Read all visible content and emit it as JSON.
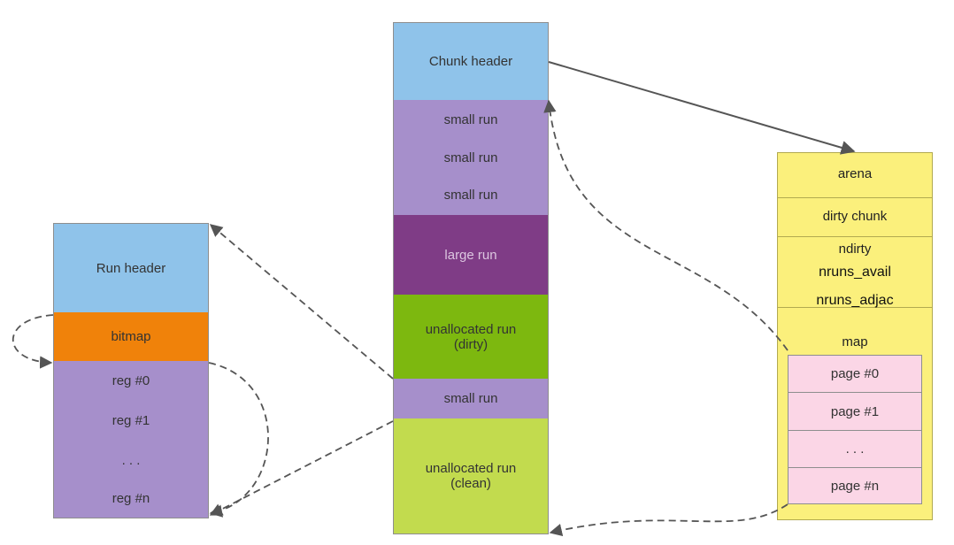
{
  "run": {
    "header": "Run header",
    "bitmap": "bitmap",
    "reg0": "reg #0",
    "reg1": "reg #1",
    "ellipsis": ". . .",
    "regn": "reg #n"
  },
  "chunk": {
    "header": "Chunk header",
    "small_run": "small run",
    "large_run": "large run",
    "unalloc_dirty_1": "unallocated run",
    "unalloc_dirty_2": "(dirty)",
    "unalloc_clean_1": "unallocated run",
    "unalloc_clean_2": "(clean)"
  },
  "arena": {
    "arena": "arena",
    "dirty_chunk": "dirty chunk",
    "ndirty": "ndirty",
    "nruns_avail": "nruns_avail",
    "nruns_adjac": "nruns_adjac",
    "map": "map",
    "page0": "page #0",
    "page1": "page #1",
    "ellipsis": ". . .",
    "pagen": "page #n"
  },
  "colors": {
    "header_blue": "#8fc3ea",
    "bitmap_orange": "#f0820a",
    "small_run_purple": "#a68fcb",
    "large_run_plum": "#7f3c86",
    "dirty_green": "#7db80f",
    "clean_lime": "#c2db4e",
    "arena_yellow": "#fbf07c",
    "page_pink": "#fbd6e6"
  }
}
